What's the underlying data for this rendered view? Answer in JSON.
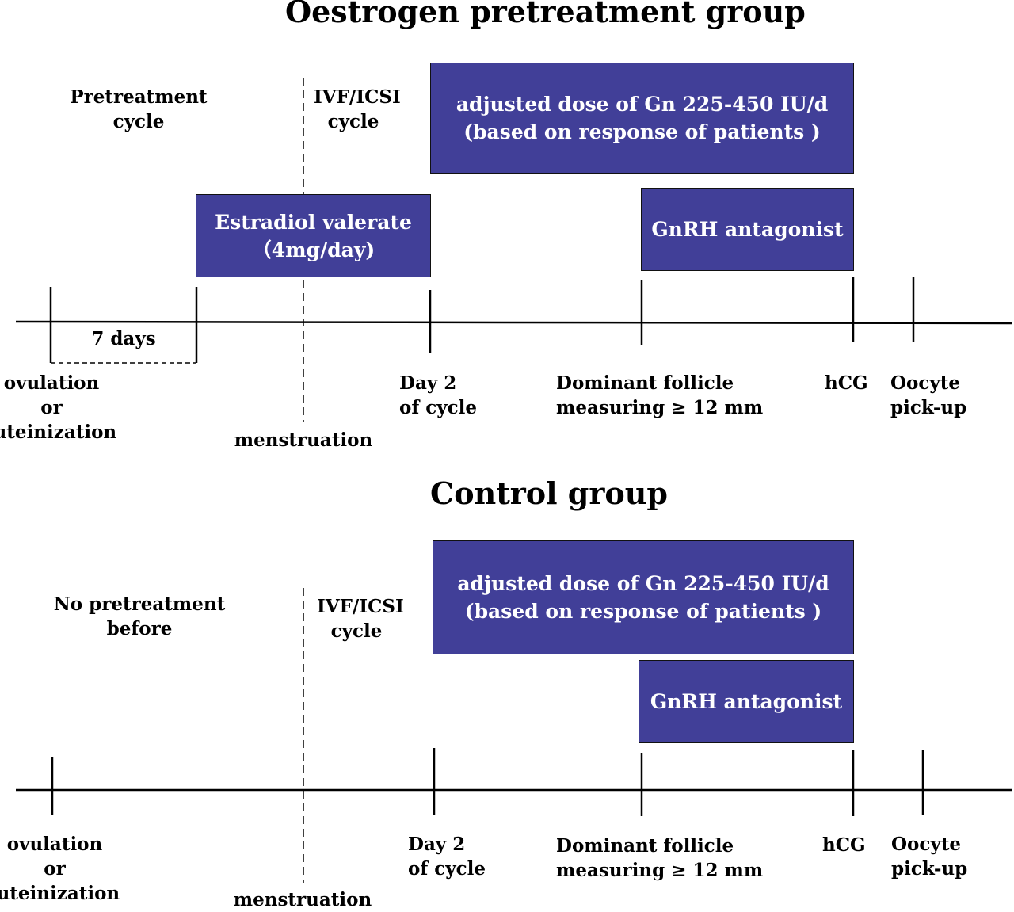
{
  "top": {
    "title": "Oestrogen pretreatment group",
    "pretreatment_label": "Pretreatment\ncycle",
    "ivf_label": "IVF/ICSI\ncycle",
    "gn_box": "adjusted dose of Gn 225-450 IU/d\n(based on response of patients )",
    "estradiol_box": "Estradiol valerate\n（4mg/day)",
    "gnrh_box": "GnRH antagonist",
    "seven_days": "7 days",
    "ovulation": "ovulation\nor\nluteinization",
    "menstruation": "menstruation",
    "day2": "Day 2\nof cycle",
    "dominant": "Dominant follicle\nmeasuring ≥ 12 mm",
    "hcg": "hCG",
    "oocyte": "Oocyte\npick-up"
  },
  "bottom": {
    "title": "Control group",
    "no_pretreatment_label": "No pretreatment\nbefore",
    "ivf_label": "IVF/ICSI\ncycle",
    "gn_box": "adjusted dose of Gn 225-450 IU/d\n(based on response of patients )",
    "gnrh_box": "GnRH antagonist",
    "ovulation": "ovulation\nor\nluteinization",
    "menstruation": "menstruation",
    "day2": "Day 2\nof cycle",
    "dominant": "Dominant follicle\nmeasuring ≥ 12 mm",
    "hcg": "hCG",
    "oocyte": "Oocyte\npick-up"
  },
  "colors": {
    "box_fill": "#413f98",
    "box_text": "#ffffff",
    "line": "#000000"
  }
}
